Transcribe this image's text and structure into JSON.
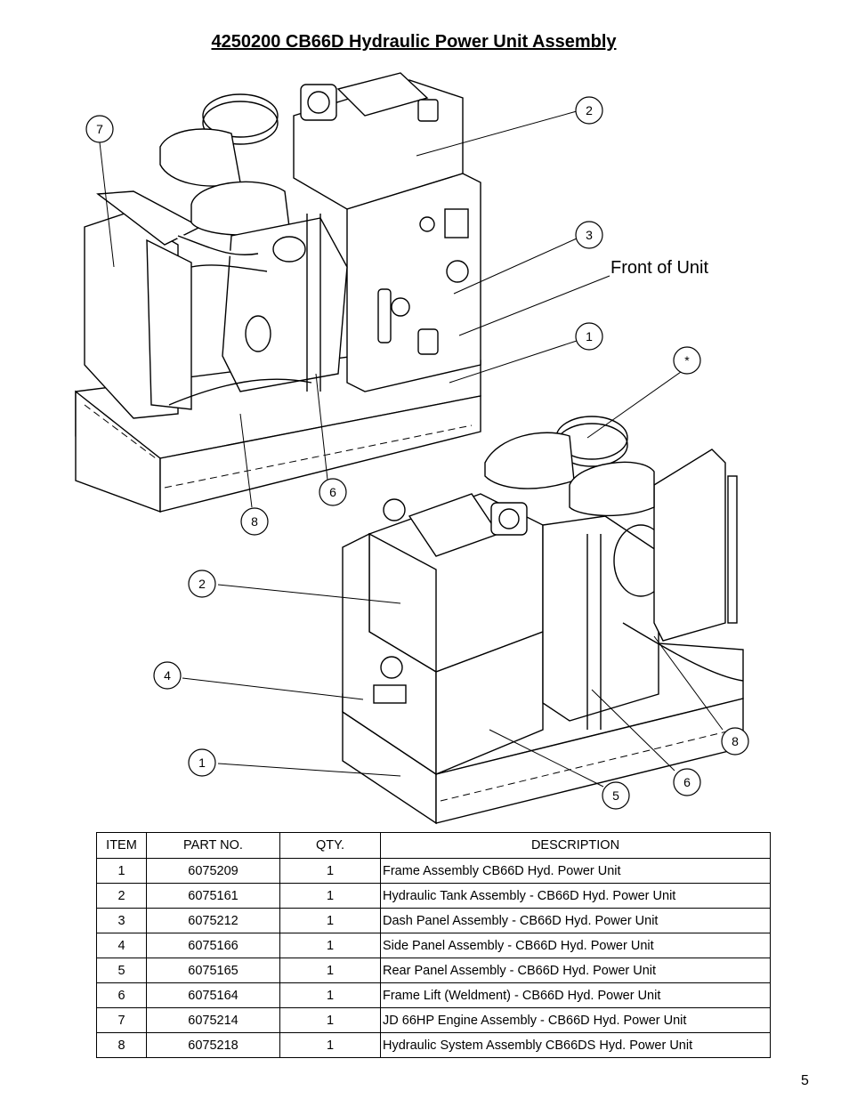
{
  "title": "4250200 CB66D Hydraulic Power Unit Assembly",
  "front_label": "Front of Unit",
  "callouts": {
    "top_2": "2",
    "top_3": "3",
    "top_1": "1",
    "top_7": "7",
    "top_6": "6",
    "top_8": "8",
    "star": "*",
    "bot_2": "2",
    "bot_4": "4",
    "bot_1": "1",
    "bot_5": "5",
    "bot_6": "6",
    "bot_8": "8"
  },
  "table": {
    "headers": [
      "ITEM",
      "PART NO.",
      "QTY.",
      "DESCRIPTION"
    ],
    "rows": [
      {
        "item": "1",
        "part": "6075209",
        "qty": "1",
        "desc": "Frame Assembly CB66D Hyd. Power Unit"
      },
      {
        "item": "2",
        "part": "6075161",
        "qty": "1",
        "desc": "Hydraulic Tank Assembly - CB66D Hyd. Power Unit"
      },
      {
        "item": "3",
        "part": "6075212",
        "qty": "1",
        "desc": "Dash Panel Assembly - CB66D Hyd. Power Unit"
      },
      {
        "item": "4",
        "part": "6075166",
        "qty": "1",
        "desc": "Side Panel Assembly - CB66D Hyd. Power Unit"
      },
      {
        "item": "5",
        "part": "6075165",
        "qty": "1",
        "desc": "Rear Panel Assembly - CB66D Hyd. Power Unit"
      },
      {
        "item": "6",
        "part": "6075164",
        "qty": "1",
        "desc": "Frame Lift (Weldment) - CB66D Hyd. Power Unit"
      },
      {
        "item": "7",
        "part": "6075214",
        "qty": "1",
        "desc": "JD 66HP Engine Assembly - CB66D Hyd. Power Unit"
      },
      {
        "item": "8",
        "part": "6075218",
        "qty": "1",
        "desc": "Hydraulic System Assembly CB66DS Hyd. Power Unit"
      }
    ]
  },
  "page_number": "5"
}
